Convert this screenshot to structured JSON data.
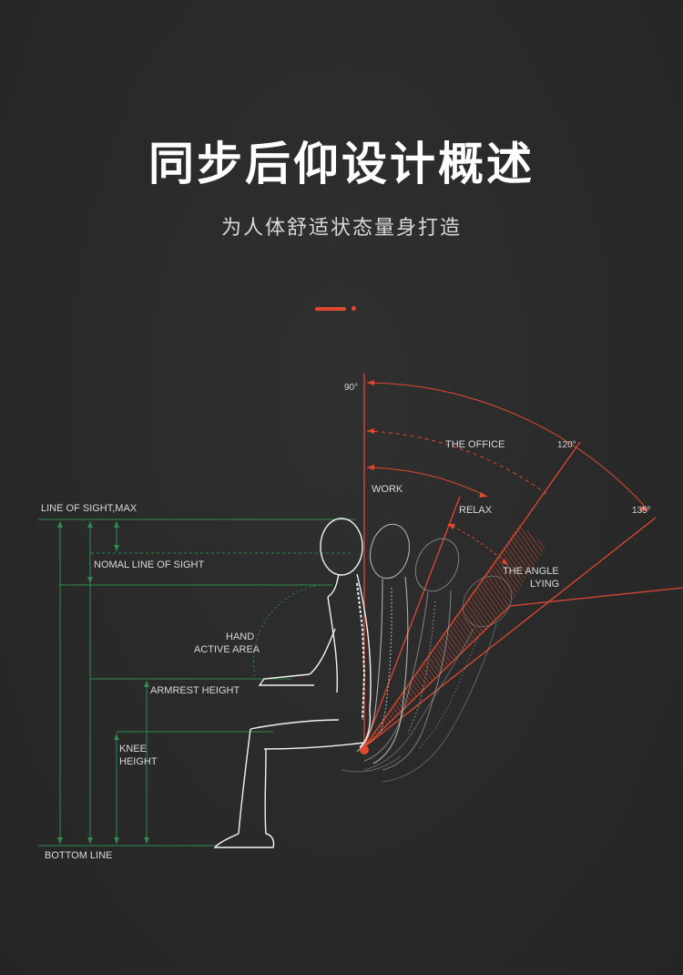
{
  "header": {
    "title": "同步后仰设计概述",
    "subtitle": "为人体舒适状态量身打造"
  },
  "colors": {
    "accent": "#e0492f",
    "guide_green": "#2f8a4f",
    "background": "#2a2a2a",
    "figure": "#e8e8e8"
  },
  "diagram": {
    "angles": {
      "a90": "90°",
      "a120": "120°",
      "a135": "135°"
    },
    "zones": {
      "office": "THE OFFICE",
      "work": "WORK",
      "relax": "RELAX",
      "lying_1": "THE ANGLE",
      "lying_2": "LYING"
    },
    "guides": {
      "sight_max": "LINE OF SIGHT,MAX",
      "sight_normal": "NOMAL LINE OF SIGHT",
      "hand_1": "HAND",
      "hand_2": "ACTIVE AREA",
      "armrest": "ARMREST HEIGHT",
      "knee_1": "KNEE",
      "knee_2": "HEIGHT",
      "bottom": "BOTTOM LINE"
    }
  }
}
